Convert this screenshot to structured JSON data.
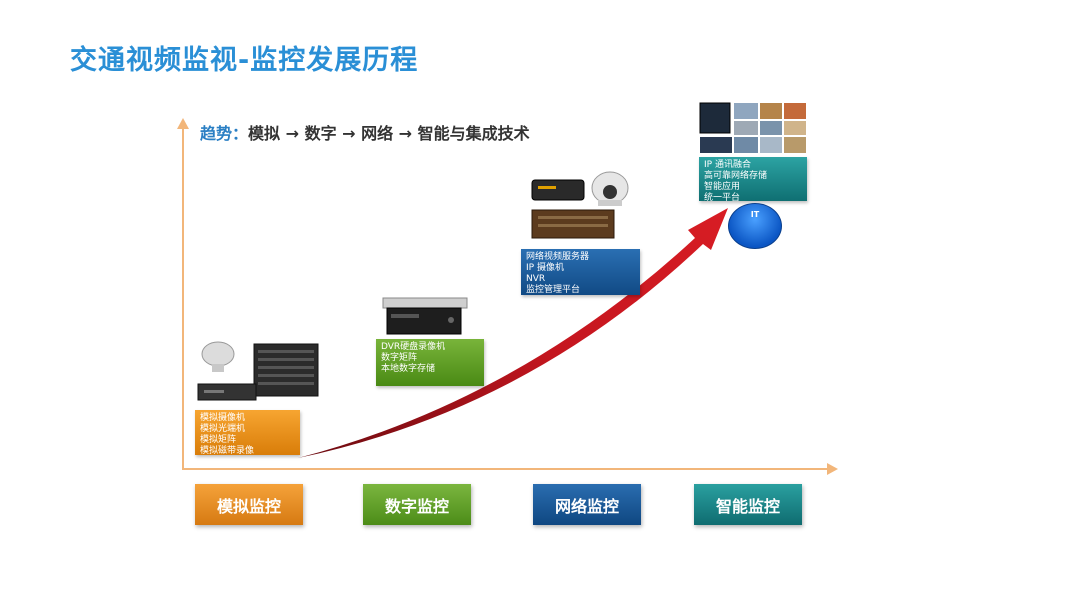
{
  "title": "交通视频监视-监控发展历程",
  "trend": {
    "lead": "趋势：",
    "text": "模拟 → 数字 → 网络 → 智能与集成技术"
  },
  "stages": [
    {
      "tab": "模拟监控",
      "items": [
        "模拟摄像机",
        "模拟光端机",
        "模拟矩阵",
        "模拟磁带录像"
      ],
      "color": "#e88c1c"
    },
    {
      "tab": "数字监控",
      "items": [
        "DVR硬盘录像机",
        "数字矩阵",
        "本地数字存储"
      ],
      "color": "#5c9e24"
    },
    {
      "tab": "网络监控",
      "items": [
        "网络视频服务器",
        "IP 摄像机",
        "NVR",
        "监控管理平台"
      ],
      "color": "#175a9c"
    },
    {
      "tab": "智能监控",
      "items": [
        "IP 通讯融合",
        "高可靠网络存储",
        "智能应用",
        "统一平台"
      ],
      "color": "#178a8c"
    }
  ],
  "it_badge": "IT",
  "colors": {
    "title": "#2a8fd6",
    "axis": "#f2b67a",
    "curve": "#b3111a"
  }
}
